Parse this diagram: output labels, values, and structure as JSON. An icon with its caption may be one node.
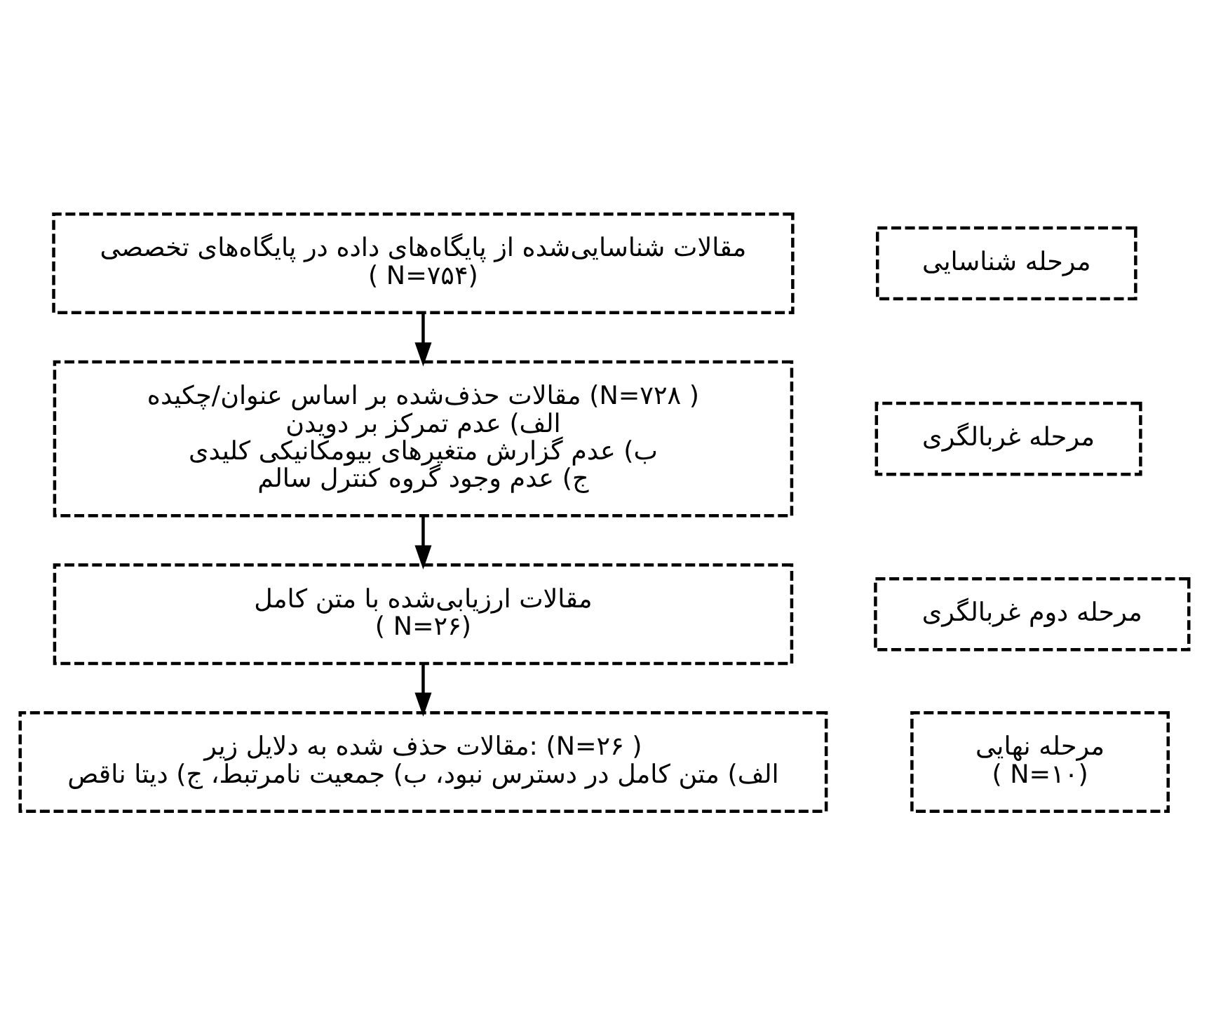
{
  "diagram": {
    "nodes": [
      {
        "text": [
          "مقالات شناسایی‌شده از پایگاه‌های داده در پایگاه‌های تخصصی",
          "( N=۷۵۴)"
        ]
      },
      {
        "text": [
          "مرحله شناسایی"
        ]
      },
      {
        "text": [
          "مقالات حذف‌شده بر اساس عنوان/چکیده (N=۷۲۸ )",
          "الف) عدم تمرکز بر دویدن",
          "ب) عدم گزارش متغیرهای بیومکانیکی کلیدی",
          "ج) عدم وجود گروه کنترل سالم"
        ]
      },
      {
        "text": [
          "مرحله غربالگری"
        ]
      },
      {
        "text": [
          "مقالات ارزیابی‌شده با متن کامل",
          "( N=۲۶)"
        ]
      },
      {
        "text": [
          "مرحله دوم غربالگری"
        ]
      },
      {
        "text": [
          "مقالات حذف شده به دلایل زیر: (N=۲۶ )",
          "الف) متن کامل در دسترس نبود، ب) جمعیت نامرتبط، ج) دیتا ناقص"
        ]
      },
      {
        "text": [
          "مرحله نهایی",
          "( N=۱۰)"
        ]
      }
    ],
    "edges": [
      {
        "from": 0,
        "to": 2,
        "arrow": "to"
      },
      {
        "from": 2,
        "to": 4,
        "arrow": "to"
      },
      {
        "from": 4,
        "to": 6,
        "arrow": "to"
      }
    ]
  }
}
